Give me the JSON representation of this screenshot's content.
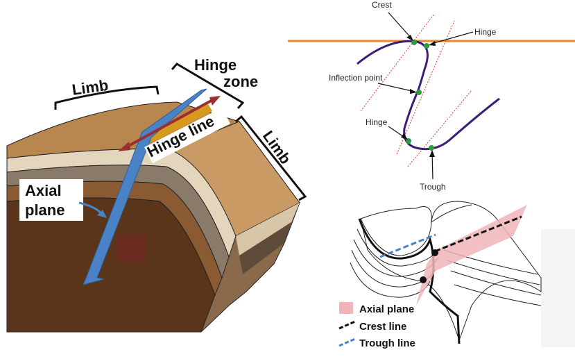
{
  "left_diagram": {
    "limb_top": "Limb",
    "hinge_zone_line1": "Hinge",
    "hinge_zone_line2": "zone",
    "hinge_line": "Hinge line",
    "limb_right": "Limb",
    "axial_plane_line1": "Axial",
    "axial_plane_line2": "plane"
  },
  "fold_profile": {
    "crest": "Crest",
    "hinge_top": "Hinge",
    "inflection_point": "Inflection point",
    "hinge_bottom": "Hinge",
    "trough": "Trough"
  },
  "legend": {
    "axial_plane": "Axial plane",
    "crest_line": "Crest line",
    "trough_line": "Trough line"
  },
  "colors": {
    "layer_dark": "#5a3519",
    "layer_mid": "#8a5a33",
    "layer_light": "#e3d6bd",
    "layer_top": "#b8864f",
    "axial_plane_blue": "#4a82c6",
    "hinge_arrow": "#9b2f2f",
    "hinge_strip": "#d89a1c",
    "orange_line": "#f0862c",
    "fold_curve": "#3d1d7a",
    "green_dot": "#2e9b3c",
    "axial_pink": "#f0b4b8"
  }
}
